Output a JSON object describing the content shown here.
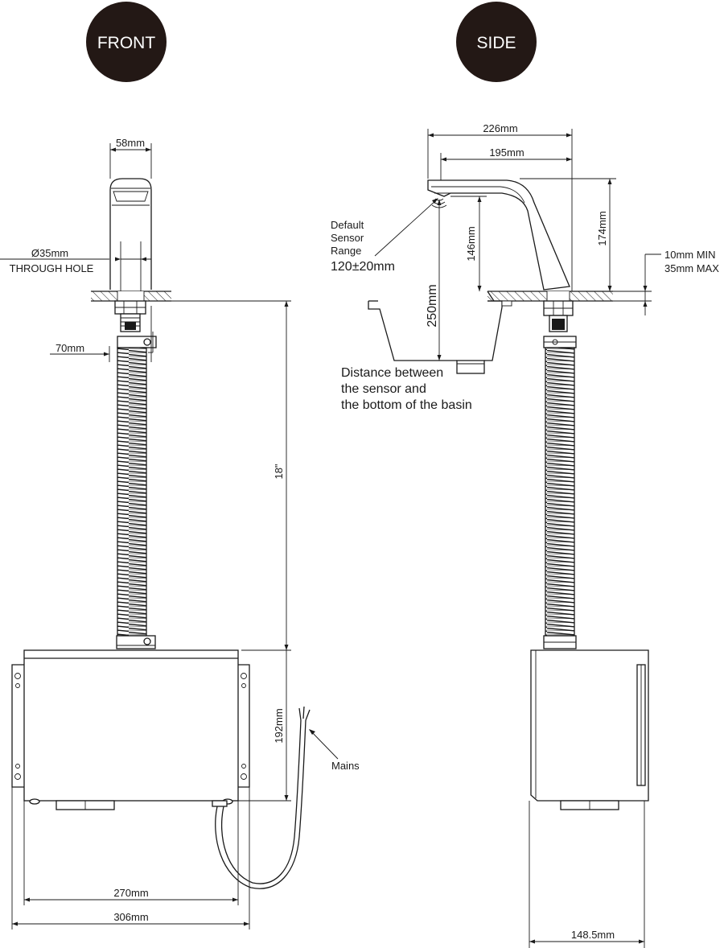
{
  "badges": {
    "front": "FRONT",
    "side": "SIDE"
  },
  "front": {
    "spout_width": "58mm",
    "hole_diameter": "Ø35mm",
    "hole_label": "THROUGH HOLE",
    "hose_offset": "70mm",
    "hose_length": "18\"",
    "box_height": "192mm",
    "mains_label": "Mains",
    "box_inner_width": "270mm",
    "box_outer_width": "306mm"
  },
  "side": {
    "overall_length": "226mm",
    "spout_reach": "195mm",
    "sensor_label_1": "Default",
    "sensor_label_2": "Sensor",
    "sensor_label_3": "Range",
    "sensor_range": "120±20mm",
    "spout_height": "146mm",
    "overall_height": "174mm",
    "deck_min": "10mm MIN",
    "deck_max": "35mm MAX",
    "basin_distance": "250mm",
    "basin_note_1": "Distance between",
    "basin_note_2": "the sensor and",
    "basin_note_3": "the bottom of the basin",
    "box_depth": "148.5mm"
  },
  "colors": {
    "ink": "#1a1a1a",
    "badge": "#231815"
  }
}
